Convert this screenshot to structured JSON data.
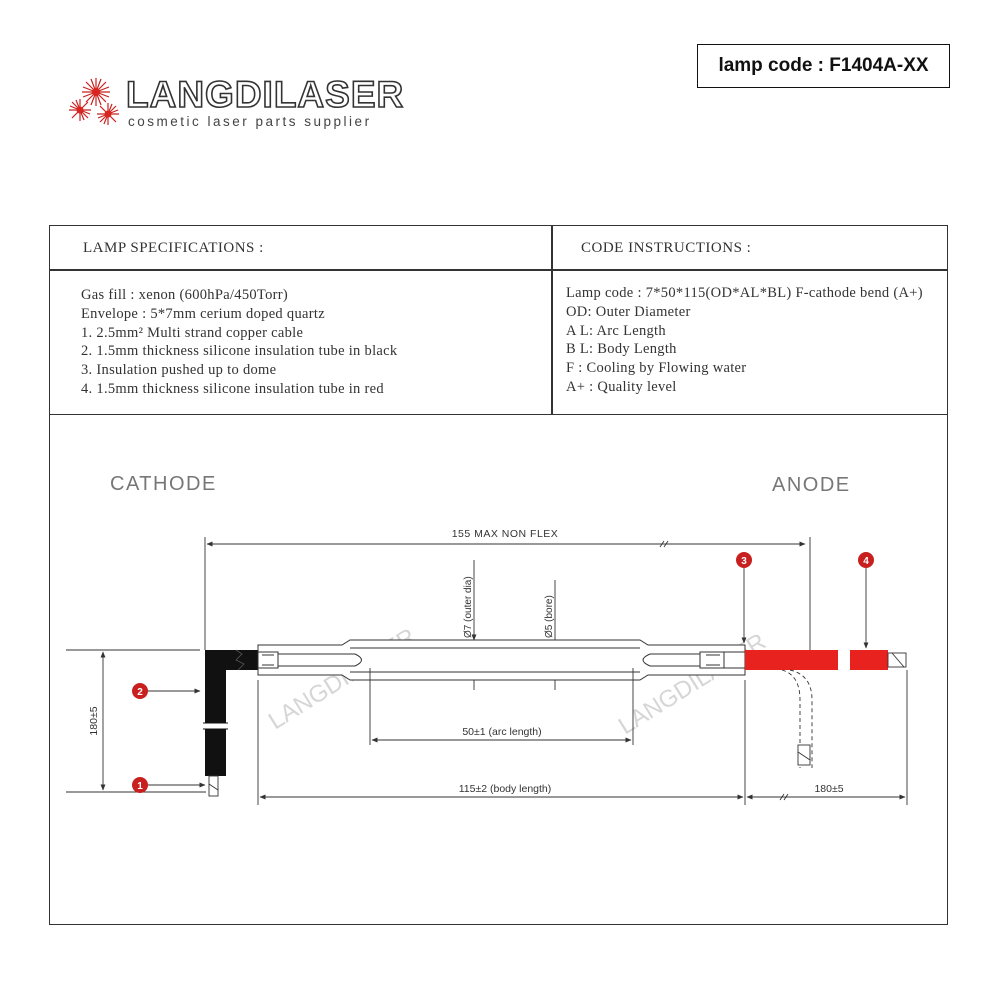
{
  "logo": {
    "name": "LANGDILASER",
    "tagline": "cosmetic laser parts supplier"
  },
  "lamp_code_label": "lamp code : F1404A-XX",
  "specifications": {
    "title": "LAMP SPECIFICATIONS :",
    "lines": [
      "Gas fill : xenon (600hPa/450Torr)",
      "Envelope : 5*7mm cerium doped quartz",
      "1. 2.5mm² Multi strand copper cable",
      "2. 1.5mm thickness silicone insulation tube in  black",
      "3.  Insulation pushed up to dome",
      "4. 1.5mm thickness silicone insulation tube in red"
    ]
  },
  "code_instructions": {
    "title": "CODE INSTRUCTIONS :",
    "lines": [
      "Lamp code : 7*50*115(OD*AL*BL) F-cathode bend (A+)",
      "OD: Outer Diameter",
      "A L: Arc Length",
      " B L: Body Length",
      " F    : Cooling by Flowing water",
      "A+ : Quality level"
    ]
  },
  "drawing": {
    "cathode_label": "CATHODE",
    "anode_label": "ANODE",
    "dim_overall": "155 MAX NON FLEX",
    "dim_outer_dia": "Ø7 (outer dia)",
    "dim_bore": "Ø5 (bore)",
    "dim_arc": "50±1 (arc length)",
    "dim_body": "115±2 (body length)",
    "dim_lead_left": "180±5",
    "dim_lead_right": "180±5",
    "markers": [
      "1",
      "2",
      "3",
      "4"
    ],
    "watermark": "LANGDILASER",
    "colors": {
      "red_tube": "#e8231f",
      "black_tube": "#111111",
      "marker": "#c8201e"
    }
  }
}
